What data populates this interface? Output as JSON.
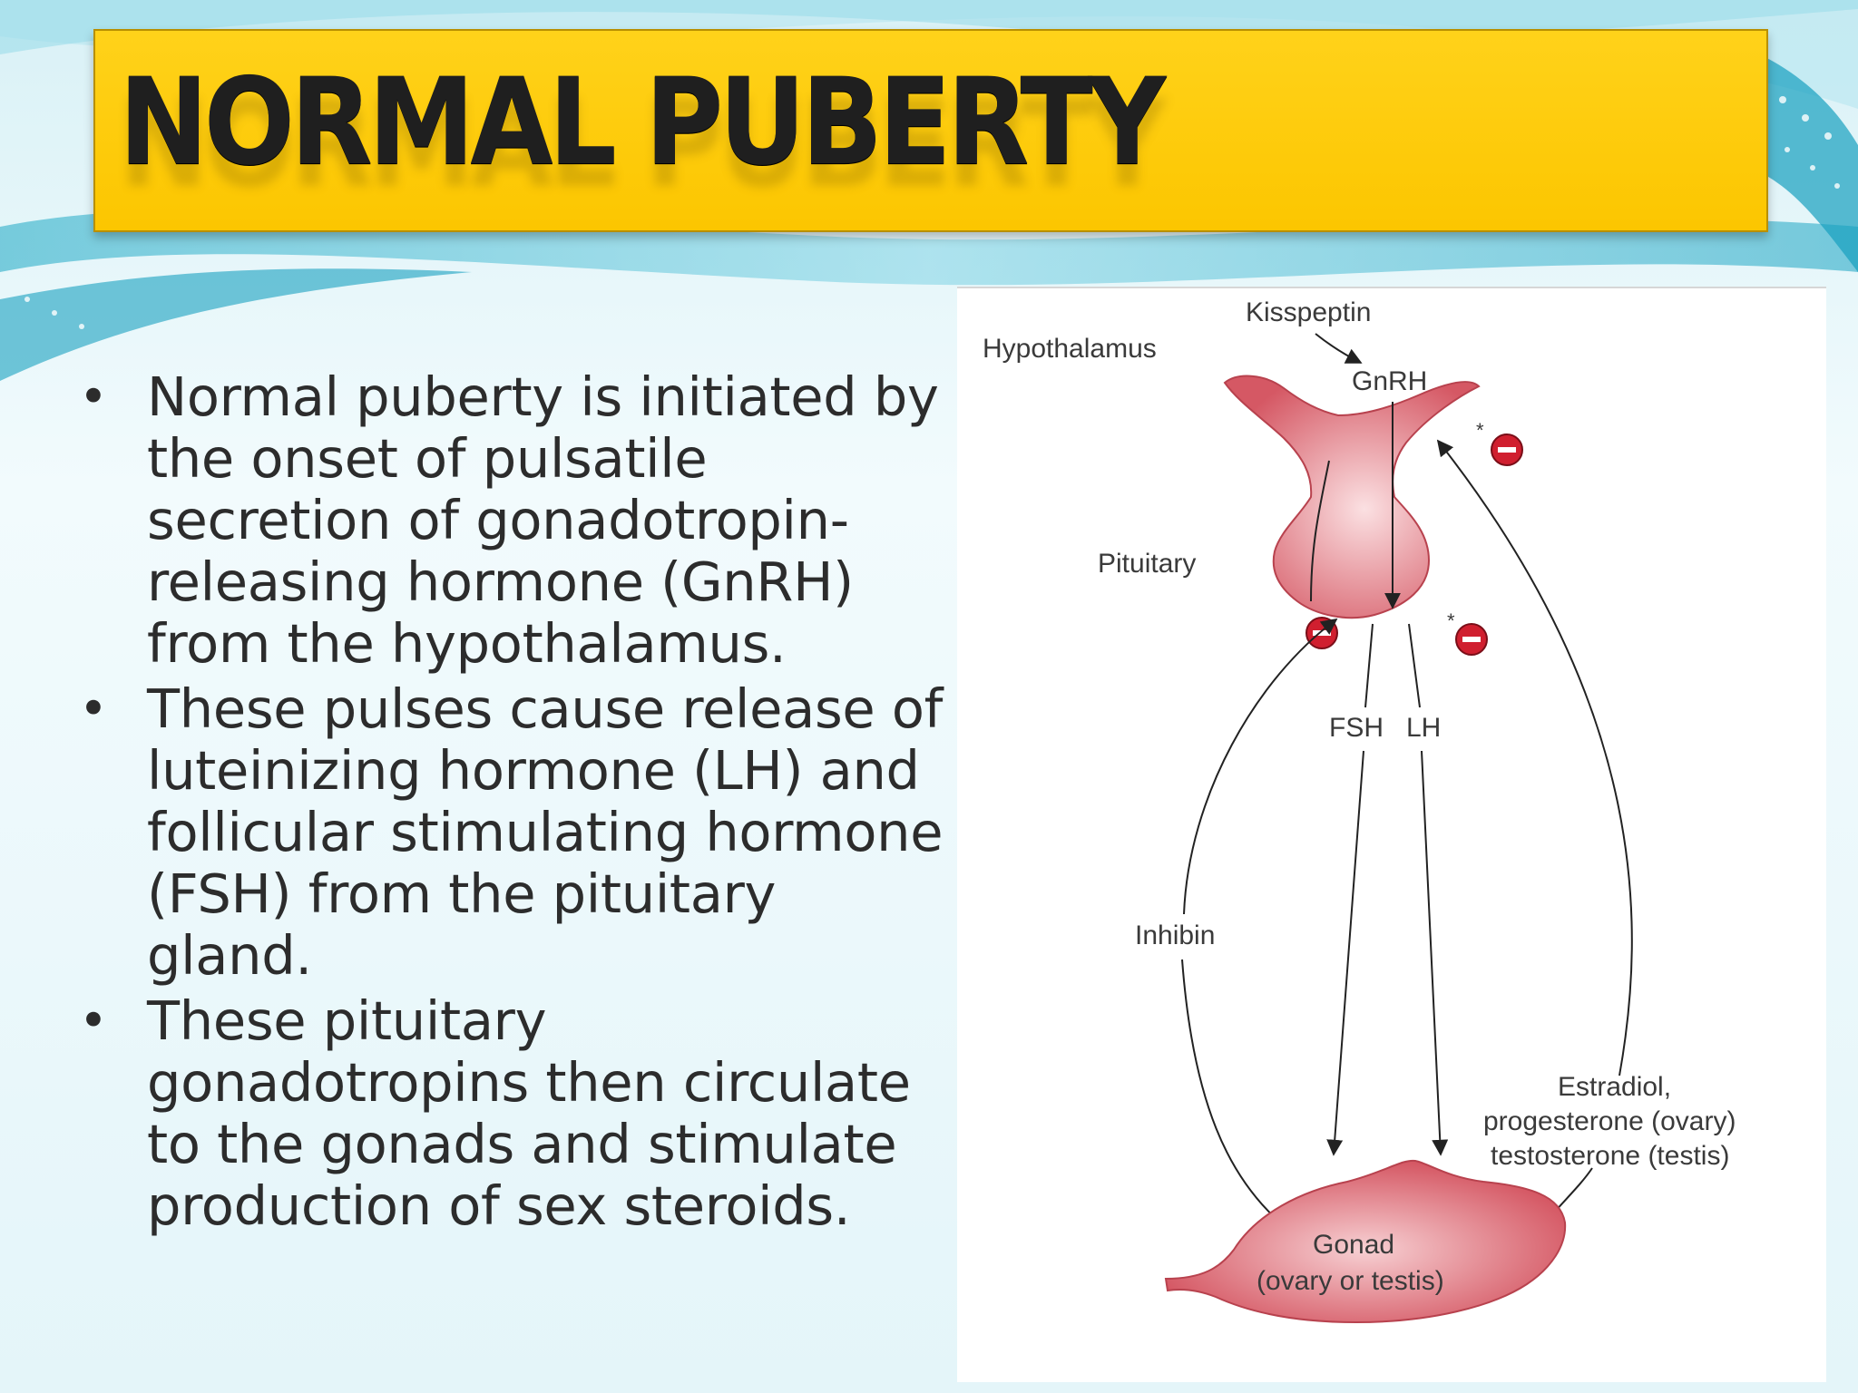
{
  "title": "NORMAL PUBERTY",
  "bullets": [
    "Normal puberty is initiated by the onset of pulsatile secretion of gonadotropin-releasing hormone (GnRH) from the hypothalamus.",
    "These pulses cause release of luteinizing hormone (LH) and follicular stimulating hormone (FSH) from the pituitary gland.",
    "These pituitary gonadotropins then circulate to the gonads and stimulate production of sex steroids."
  ],
  "diagram": {
    "labels": {
      "kisspeptin": "Kisspeptin",
      "hypothalamus": "Hypothalamus",
      "gnrh": "GnRH",
      "pituitary": "Pituitary",
      "fsh": "FSH",
      "lh": "LH",
      "inhibin": "Inhibin",
      "estradiol_line1": "Estradiol,",
      "estradiol_line2": "progesterone (ovary)",
      "estradiol_line3": "testosterone (testis)",
      "gonad_line1": "Gonad",
      "gonad_line2": "(ovary or testis)",
      "asterisk": "*"
    },
    "colors": {
      "organ": "#d8606a",
      "organ_light": "#f2b6ba",
      "inhibit_badge": "#d01f2f",
      "title_bar": "#fcc600"
    }
  }
}
